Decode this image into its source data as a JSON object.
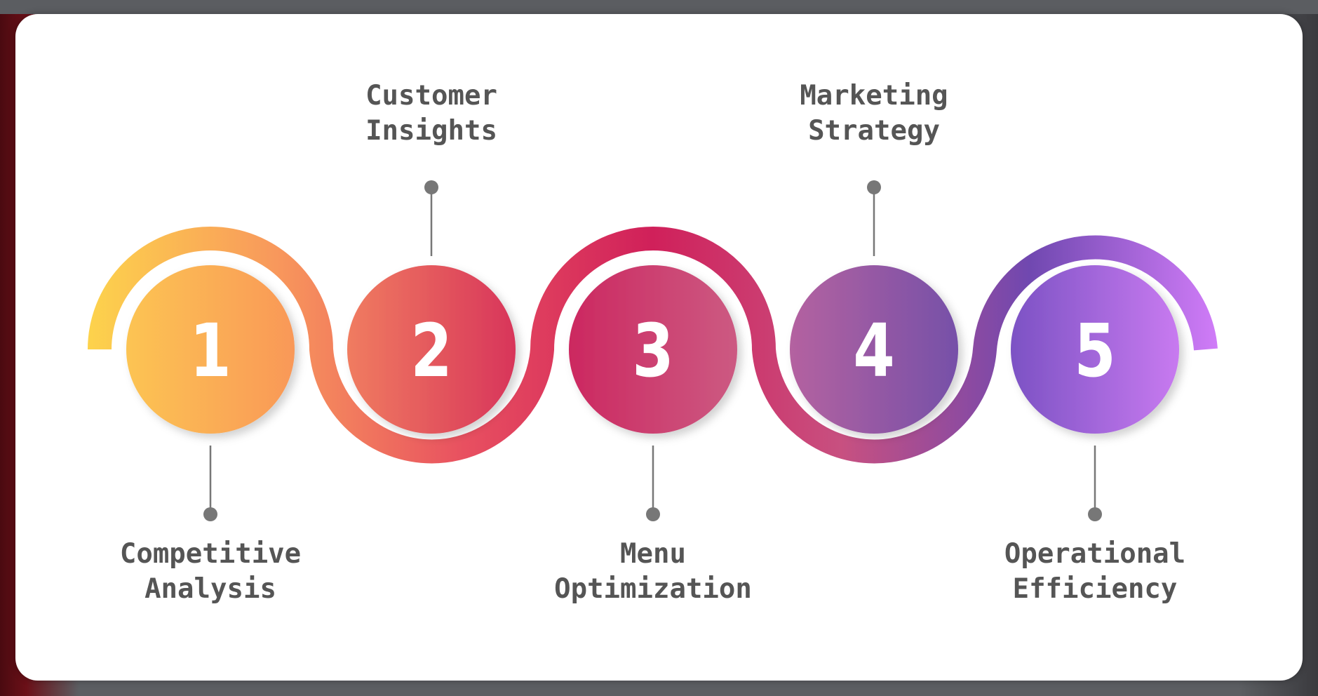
{
  "steps": [
    {
      "number": "1",
      "label": "Competitive\nAnalysis",
      "position": "bottom"
    },
    {
      "number": "2",
      "label": "Customer\nInsights",
      "position": "top"
    },
    {
      "number": "3",
      "label": "Menu\nOptimization",
      "position": "bottom"
    },
    {
      "number": "4",
      "label": "Marketing\nStrategy",
      "position": "top"
    },
    {
      "number": "5",
      "label": "Operational\nEfficiency",
      "position": "bottom"
    }
  ],
  "colors": {
    "wave": [
      "#fdd34c",
      "#f8985c",
      "#e85060",
      "#d0205a",
      "#c85080",
      "#7048b0",
      "#d07cf8"
    ],
    "circles": [
      [
        "#fcc452",
        "#f99858"
      ],
      [
        "#f07c60",
        "#d8355a"
      ],
      [
        "#cc2860",
        "#cc5a82"
      ],
      [
        "#b462a0",
        "#7650a8"
      ],
      [
        "#7c52c4",
        "#c87af0"
      ]
    ],
    "connector": "#777777",
    "label": "#555555"
  }
}
